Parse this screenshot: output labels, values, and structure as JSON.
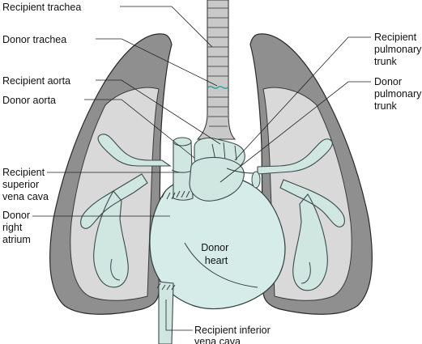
{
  "labels": {
    "recipient_trachea": "Recipient trachea",
    "donor_trachea": "Donor trachea",
    "recipient_aorta": "Recipient aorta",
    "donor_aorta": "Donor aorta",
    "recipient_svc": [
      "Recipient",
      "superior",
      "vena cava"
    ],
    "donor_right_atrium": [
      "Donor",
      "right",
      "atrium"
    ],
    "recipient_pulmonary_trunk": [
      "Recipient",
      "pulmonary",
      "trunk"
    ],
    "donor_pulmonary_trunk": [
      "Donor",
      "pulmonary",
      "trunk"
    ],
    "donor_heart": [
      "Donor",
      "heart"
    ],
    "recipient_ivc": [
      "Recipient inferior",
      "vena cava"
    ]
  },
  "colors": {
    "lung_outer": "#8f8f8f",
    "lung_inner": "#d9d9d9",
    "vessel": "#cfe6e1",
    "heart": "#d6ece8",
    "anastomosis": "#3aa6a0"
  }
}
